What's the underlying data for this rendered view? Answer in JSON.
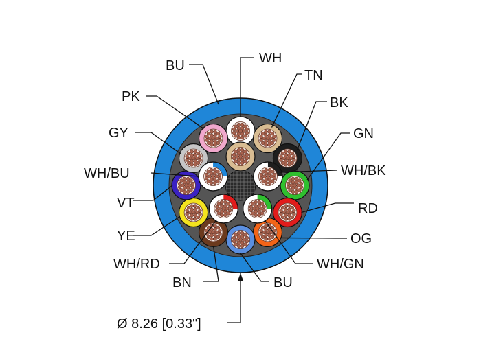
{
  "diagram": {
    "jacket_color": "#1f86d8",
    "jacket_label": "BU",
    "diameter_label": "Ø 8.26 [0.33\"]",
    "outer_ring": [
      {
        "id": "wh",
        "label": "WH",
        "fill": "#ffffff",
        "stripe": null
      },
      {
        "id": "tn",
        "label": "TN",
        "fill": "#d8bc92",
        "stripe": null
      },
      {
        "id": "bk",
        "label": "BK",
        "fill": "#1e1e1e",
        "stripe": null
      },
      {
        "id": "gn",
        "label": "GN",
        "fill": "#2fbf2f",
        "stripe": null
      },
      {
        "id": "rd",
        "label": "RD",
        "fill": "#e21c1c",
        "stripe": null
      },
      {
        "id": "og",
        "label": "OG",
        "fill": "#f26418",
        "stripe": null
      },
      {
        "id": "bu",
        "label": "BU",
        "fill": "#5b8fe0",
        "stripe": null
      },
      {
        "id": "bn",
        "label": "BN",
        "fill": "#6b3a1e",
        "stripe": null
      },
      {
        "id": "ye",
        "label": "YE",
        "fill": "#f3e21f",
        "stripe": null
      },
      {
        "id": "vt",
        "label": "VT",
        "fill": "#3a22c2",
        "stripe": null
      },
      {
        "id": "gy",
        "label": "GY",
        "fill": "#c6c6c6",
        "stripe": null
      },
      {
        "id": "pk",
        "label": "PK",
        "fill": "#f0a8cc",
        "stripe": null
      }
    ],
    "inner_ring": [
      {
        "id": "tn2",
        "label": "",
        "fill": "#d8bc92",
        "stripe": null
      },
      {
        "id": "whbk",
        "label": "WH/BK",
        "fill": "#ffffff",
        "stripe": "#1e1e1e"
      },
      {
        "id": "whgn",
        "label": "WH/GN",
        "fill": "#ffffff",
        "stripe": "#2fbf2f"
      },
      {
        "id": "whrd",
        "label": "WH/RD",
        "fill": "#ffffff",
        "stripe": "#e21c1c"
      },
      {
        "id": "whbu",
        "label": "WH/BU",
        "fill": "#ffffff",
        "stripe": "#1f86d8"
      }
    ],
    "strand_color": "#a8624e",
    "filler_color": "#555555"
  }
}
